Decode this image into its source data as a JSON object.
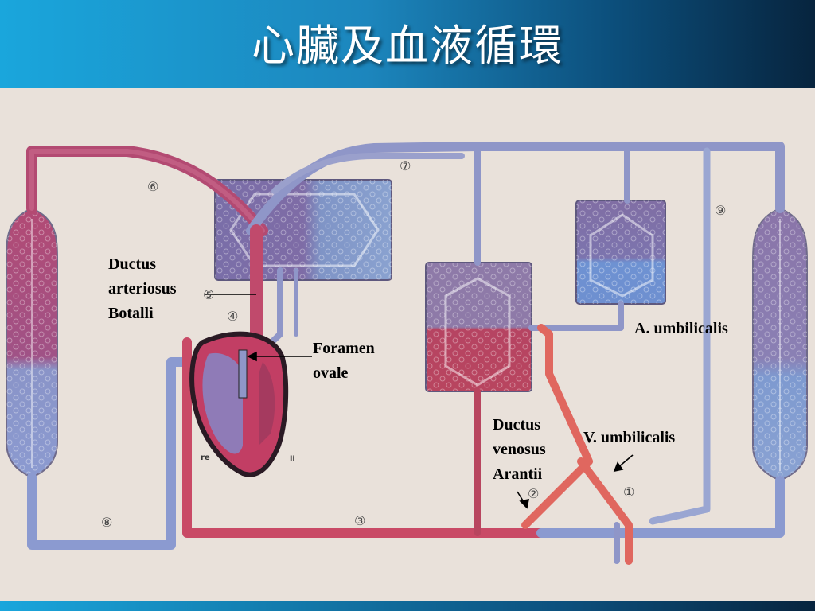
{
  "title": "心臟及血液循環",
  "labels": {
    "ductus_arteriosus": [
      "Ductus",
      "arteriosus",
      "Botalli"
    ],
    "foramen_ovale": [
      "Foramen",
      "ovale"
    ],
    "a_umbilicalis": "A. umbilicalis",
    "v_umbilicalis": "V. umbilicalis",
    "ductus_venosus": [
      "Ductus",
      "venosus",
      "Arantii"
    ]
  },
  "markers": [
    "①",
    "②",
    "③",
    "④",
    "⑤",
    "⑥",
    "⑦",
    "⑧",
    "⑨"
  ],
  "heart_marks": {
    "right": "re",
    "left": "li"
  },
  "colors": {
    "oxygenated": "#c94a66",
    "deoxygenated": "#8f96c8",
    "mixed": "#a46a9a",
    "umbilical_vein": "#e0675f",
    "background": "#eae2dc"
  }
}
